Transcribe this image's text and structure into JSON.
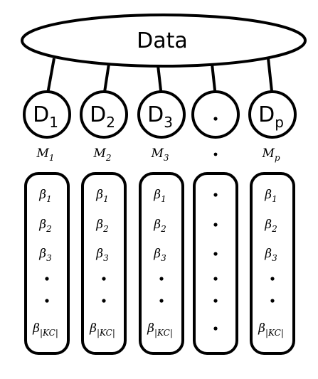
{
  "root": {
    "label": "Data"
  },
  "columns": [
    {
      "node": {
        "base": "D",
        "sub": "1"
      },
      "model": {
        "base": "M",
        "sub": "1"
      },
      "params": [
        {
          "base": "β",
          "sub": "1"
        },
        {
          "base": "β",
          "sub": "2"
        },
        {
          "base": "β",
          "sub": "3"
        },
        {
          "dot": true
        },
        {
          "dot": true
        },
        {
          "base": "β",
          "sub": "|KC|"
        }
      ]
    },
    {
      "node": {
        "base": "D",
        "sub": "2"
      },
      "model": {
        "base": "M",
        "sub": "2"
      },
      "params": [
        {
          "base": "β",
          "sub": "1"
        },
        {
          "base": "β",
          "sub": "2"
        },
        {
          "base": "β",
          "sub": "3"
        },
        {
          "dot": true
        },
        {
          "dot": true
        },
        {
          "base": "β",
          "sub": "|KC|"
        }
      ]
    },
    {
      "node": {
        "base": "D",
        "sub": "3"
      },
      "model": {
        "base": "M",
        "sub": "3"
      },
      "params": [
        {
          "base": "β",
          "sub": "1"
        },
        {
          "base": "β",
          "sub": "2"
        },
        {
          "base": "β",
          "sub": "3"
        },
        {
          "dot": true
        },
        {
          "dot": true
        },
        {
          "base": "β",
          "sub": "|KC|"
        }
      ]
    },
    {
      "node": {
        "dot": true
      },
      "model": {
        "dot": true
      },
      "params": [
        {
          "dot": true
        },
        {
          "dot": true
        },
        {
          "dot": true
        },
        {
          "dot": true
        },
        {
          "dot": true
        },
        {
          "dot": true
        }
      ]
    },
    {
      "node": {
        "base": "D",
        "sub": "p"
      },
      "model": {
        "base": "M",
        "sub": "p"
      },
      "params": [
        {
          "base": "β",
          "sub": "1"
        },
        {
          "base": "β",
          "sub": "2"
        },
        {
          "base": "β",
          "sub": "3"
        },
        {
          "dot": true
        },
        {
          "dot": true
        },
        {
          "base": "β",
          "sub": "|KC|"
        }
      ]
    }
  ]
}
